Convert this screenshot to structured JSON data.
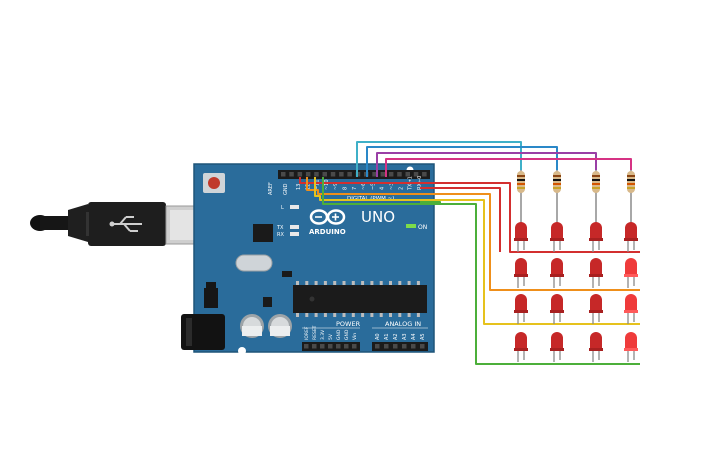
{
  "board": {
    "brand": "ARDUINO",
    "model": "UNO",
    "digital_label": "DIGITAL (PWM ~)",
    "power_label": "POWER",
    "analog_label": "ANALOG IN",
    "on_label": "ON",
    "l_label": "L",
    "tx_label": "TX",
    "rx_label": "RX",
    "aref_label": "AREF",
    "gnd_label": "GND",
    "digital_pins": [
      "13",
      "12",
      "~11",
      "~10",
      "~9",
      "8",
      "7",
      "~6",
      "~5",
      "4",
      "~3",
      "2",
      "TX→1",
      "RX←0"
    ],
    "power_pins": [
      "IOREF",
      "RESET",
      "3.3V",
      "5V",
      "GND",
      "GND",
      "Vin"
    ],
    "analog_pins": [
      "A0",
      "A1",
      "A2",
      "A3",
      "A4",
      "A5"
    ]
  },
  "colors": {
    "board": "#2a6c9b",
    "board_edge": "#1e5579",
    "header": "#1b1b1b",
    "led": "#c62828",
    "led_lit": "#ef3b3b",
    "wire_cyan": "#3fb0c8",
    "wire_blue": "#2a88c8",
    "wire_purple": "#9a3fa6",
    "wire_magenta": "#d63384",
    "wire_red": "#d32f2f",
    "wire_orange": "#ef8f1a",
    "wire_yellow": "#e6c21d",
    "wire_green": "#4caf3a"
  },
  "matrix": {
    "rows": 4,
    "cols": 4,
    "lit": [
      [
        1,
        3
      ],
      [
        2,
        3
      ],
      [
        3,
        3
      ]
    ]
  },
  "icons": [
    "usb-cable-icon",
    "power-jack-icon",
    "reset-button-icon"
  ]
}
